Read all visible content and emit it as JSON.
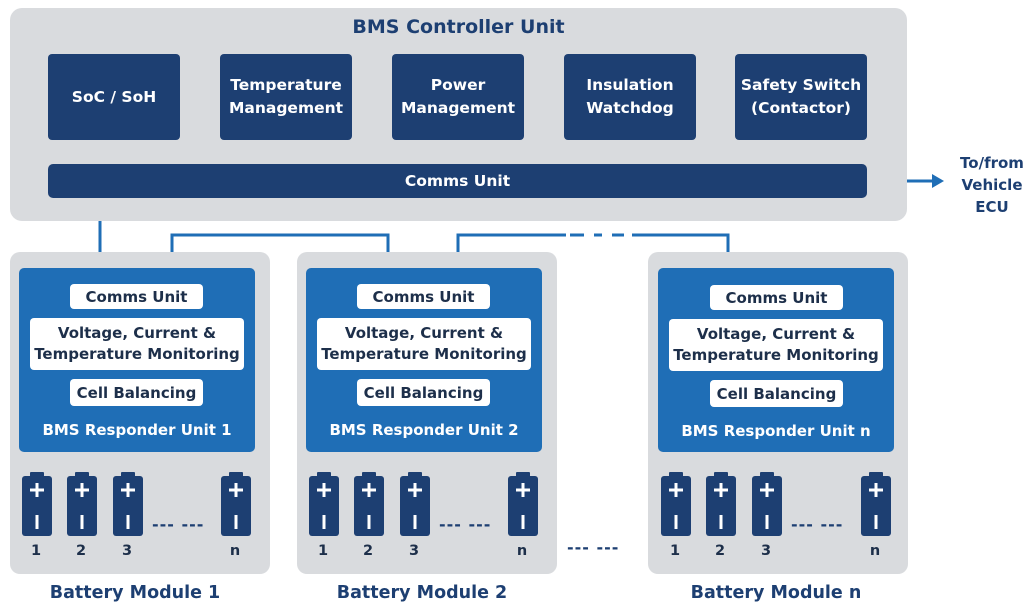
{
  "controller": {
    "title": "BMS Controller Unit",
    "functions": [
      "SoC / SoH",
      "Temperature\nManagement",
      "Power\nManagement",
      "Insulation\nWatchdog",
      "Safety Switch\n(Contactor)"
    ],
    "comms_unit": "Comms Unit"
  },
  "external": {
    "label": "To/from\nVehicle\nECU"
  },
  "modules": [
    {
      "name": "Battery Module 1",
      "responder": {
        "comms": "Comms Unit",
        "monitoring": "Voltage, Current &\nTemperature Monitoring",
        "balancing": "Cell Balancing",
        "label": "BMS Responder Unit 1"
      },
      "cells": [
        "1",
        "2",
        "3",
        "n"
      ]
    },
    {
      "name": "Battery Module 2",
      "responder": {
        "comms": "Comms Unit",
        "monitoring": "Voltage, Current &\nTemperature Monitoring",
        "balancing": "Cell Balancing",
        "label": "BMS Responder Unit 2"
      },
      "cells": [
        "1",
        "2",
        "3",
        "n"
      ]
    },
    {
      "name": "Battery Module n",
      "responder": {
        "comms": "Comms Unit",
        "monitoring": "Voltage, Current &\nTemperature Monitoring",
        "balancing": "Cell Balancing",
        "label": "BMS Responder Unit n"
      },
      "cells": [
        "1",
        "2",
        "3",
        "n"
      ]
    }
  ],
  "colors": {
    "navy": "#1d3f72",
    "blue": "#1f6eb6",
    "panel": "#d9dbde",
    "link": "#1f6eb6"
  }
}
